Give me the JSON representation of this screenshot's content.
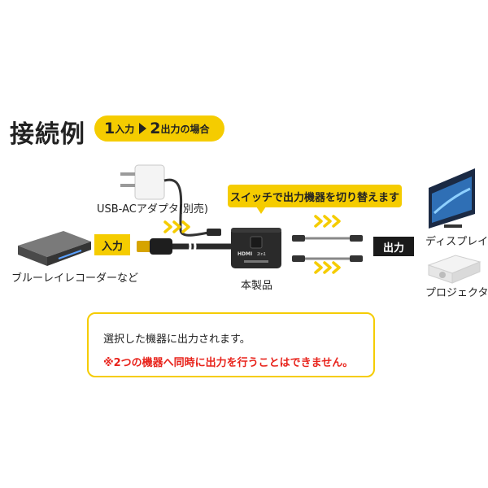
{
  "title": "接続例",
  "pill": {
    "in_num": "1",
    "in_unit": "入力",
    "out_num": "2",
    "out_unit": "出力の場合"
  },
  "labels": {
    "adapter": "USB-ACアダプタ(別売)",
    "recorder": "ブルーレイレコーダーなど",
    "input_tag": "入力",
    "product": "本製品",
    "bubble": "スイッチで出力機器を切り替えます",
    "output_tag": "出力",
    "display": "ディスプレイ",
    "projector": "プロジェクタ",
    "hdmi_logo": "HDMI",
    "hdmi_ratio": "2in1"
  },
  "note": {
    "line1": "選択した機器に出力されます。",
    "line2": "※2つの機器へ同時に出力を行うことはできません。"
  },
  "colors": {
    "accent": "#f5cc00",
    "warning": "#e8231b",
    "dark": "#1a1a1a"
  }
}
